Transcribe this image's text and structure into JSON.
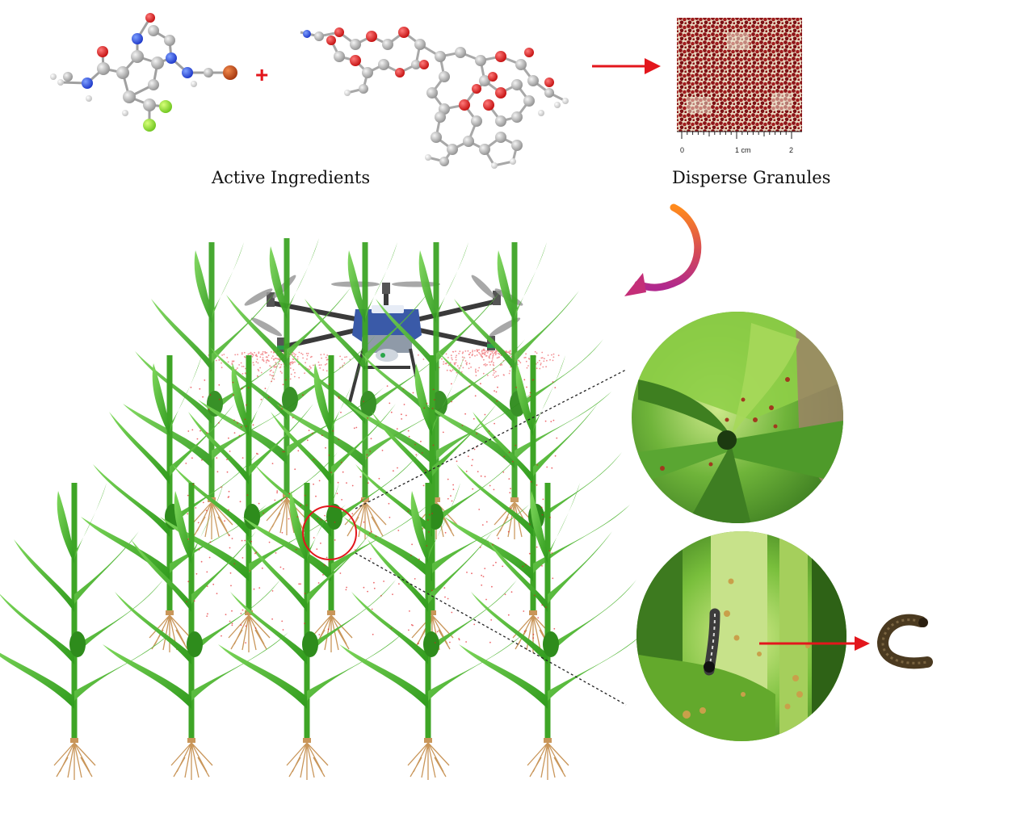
{
  "captions": {
    "active_ingredients": "Active Ingredients",
    "disperse_granules": "Disperse Granules"
  },
  "operator": "+",
  "scale_bar": {
    "labels": [
      "0",
      "1 cm",
      "2"
    ]
  },
  "colors": {
    "arrow_red": "#e3161c",
    "granule": "#8c1418",
    "leaf_green": "#49b52c",
    "root_tan": "#c9965a",
    "curved_arrow_start": "#ff8a1c",
    "curved_arrow_end": "#b0288e",
    "drone_blue": "#3a5aa8"
  },
  "icons": {
    "molecule_1": "molecule-ball-stick-icon",
    "molecule_2": "molecule-ball-stick-icon",
    "drone": "spray-drone-icon",
    "larva": "caterpillar-icon"
  }
}
